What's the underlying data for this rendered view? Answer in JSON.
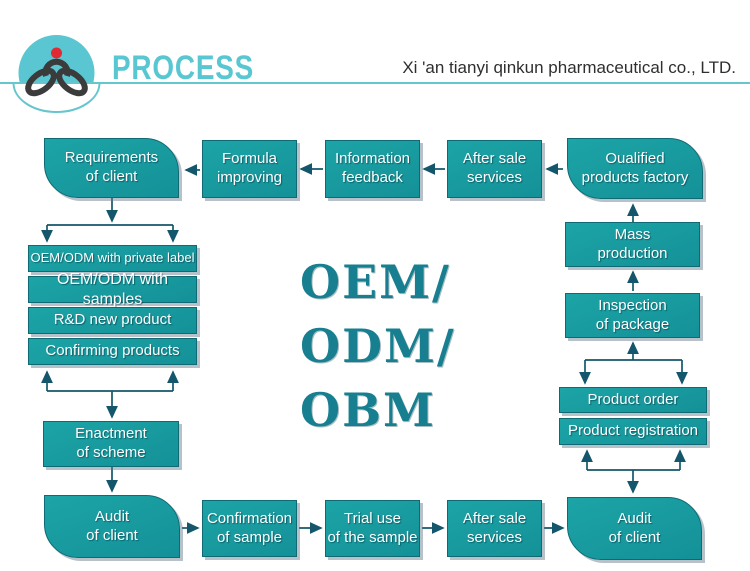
{
  "header": {
    "title": "PROCESS",
    "company": "Xi 'an tianyi qinkun pharmaceutical co., LTD."
  },
  "colors": {
    "accent_teal": "#5ac6d1",
    "box_fill": "#17989c",
    "box_border": "#0f6a73",
    "arrow": "#14566b",
    "center_text": "#177f90",
    "logo_dot_red": "#df2b33",
    "logo_glyph": "#3b3b3b"
  },
  "center_text": {
    "line1": "OEM/",
    "line2": "ODM/",
    "line3": "OBM"
  },
  "boxes": {
    "requirements": {
      "label": "Requirements\nof client"
    },
    "formula": {
      "label": "Formula\nimproving"
    },
    "information": {
      "label": "Information\nfeedback"
    },
    "after_sale_top": {
      "label": "After sale\nservices"
    },
    "factory": {
      "label": "Oualified\nproducts factory"
    },
    "oem_private": {
      "label": "OEM/ODM with private label"
    },
    "oem_samples": {
      "label": "OEM/ODM with samples"
    },
    "rd_new": {
      "label": "R&D new product"
    },
    "confirming": {
      "label": "Confirming products"
    },
    "enactment": {
      "label": "Enactment\nof scheme"
    },
    "audit_left": {
      "label": "Audit\nof client"
    },
    "confirmation": {
      "label": "Confirmation\nof sample"
    },
    "trial": {
      "label": "Trial use\nof the sample"
    },
    "after_sale_bottom": {
      "label": "After sale\nservices"
    },
    "audit_right": {
      "label": "Audit\nof client"
    },
    "mass": {
      "label": "Mass\nproduction"
    },
    "inspection": {
      "label": "Inspection\nof package"
    },
    "product_order": {
      "label": "Product order"
    },
    "product_registration": {
      "label": "Product registration"
    }
  }
}
